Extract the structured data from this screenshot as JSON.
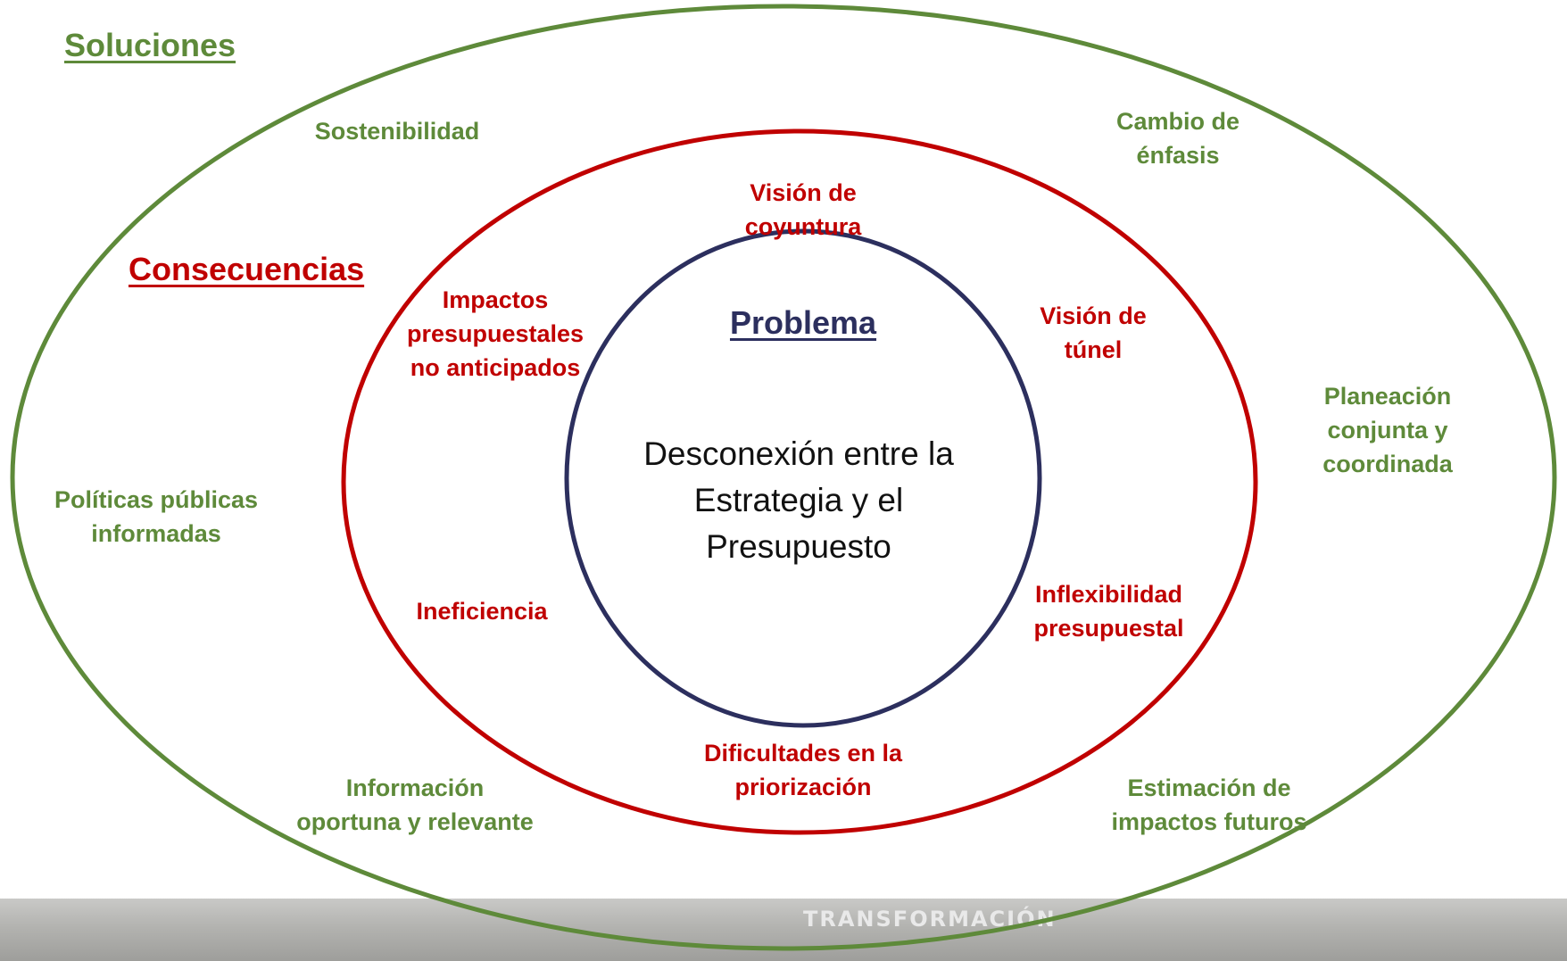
{
  "solutions": {
    "heading": "Soluciones",
    "items": [
      "Sostenibilidad",
      "Cambio de\nénfasis",
      "Planeación\nconjunta y\ncoordinada",
      "Políticas públicas\ninformadas",
      "Información\noportuna y relevante",
      "Estimación de\nimpactos futuros"
    ]
  },
  "consequences": {
    "heading": "Consecuencias",
    "items": [
      "Visión de\ncoyuntura",
      "Impactos\npresupuestales\nno anticipados",
      "Visión de\ntúnel",
      "Ineficiencia",
      "Inflexibilidad\npresupuestal",
      "Dificultades en la\npriorización"
    ]
  },
  "problem": {
    "heading": "Problema",
    "text": "Desconexión entre la\nEstrategia y el\nPresupuesto"
  },
  "footer": {
    "logo_text": "TRANSFORMACIÓN"
  },
  "colors": {
    "outer_ellipse": "#5e8a3a",
    "middle_ellipse": "#c00000",
    "inner_circle": "#2c2f5e"
  }
}
